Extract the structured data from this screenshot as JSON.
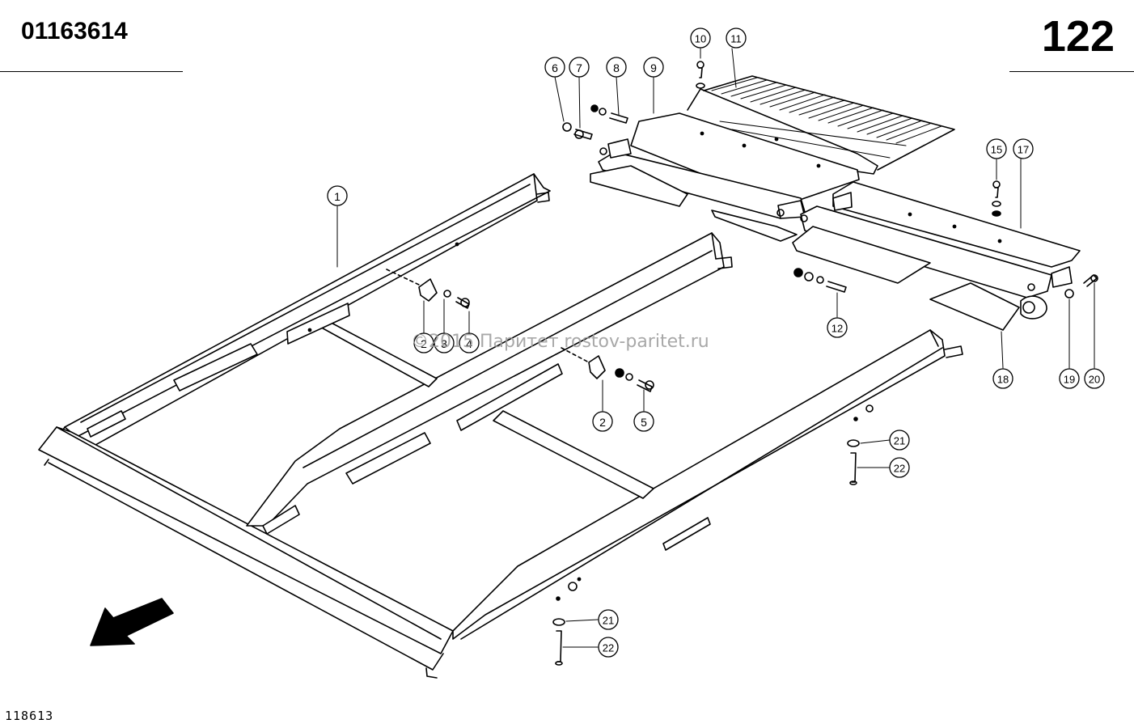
{
  "document": {
    "part_number": "01163614",
    "page_number": "122",
    "figure_code": "118613",
    "watermark": "©2015 Паритет   rostov-paritet.ru"
  },
  "callouts": [
    {
      "id": "c1",
      "label": "1"
    },
    {
      "id": "c2a",
      "label": "2"
    },
    {
      "id": "c3",
      "label": "3"
    },
    {
      "id": "c4",
      "label": "4"
    },
    {
      "id": "c2b",
      "label": "2"
    },
    {
      "id": "c5",
      "label": "5"
    },
    {
      "id": "c6",
      "label": "6"
    },
    {
      "id": "c7",
      "label": "7"
    },
    {
      "id": "c8",
      "label": "8"
    },
    {
      "id": "c9",
      "label": "9"
    },
    {
      "id": "c10",
      "label": "10"
    },
    {
      "id": "c11",
      "label": "11"
    },
    {
      "id": "c12",
      "label": "12"
    },
    {
      "id": "c15",
      "label": "15"
    },
    {
      "id": "c17",
      "label": "17"
    },
    {
      "id": "c18",
      "label": "18"
    },
    {
      "id": "c19",
      "label": "19"
    },
    {
      "id": "c20",
      "label": "20"
    },
    {
      "id": "c21a",
      "label": "21"
    },
    {
      "id": "c22a",
      "label": "22"
    },
    {
      "id": "c21b",
      "label": "21"
    },
    {
      "id": "c22b",
      "label": "22"
    }
  ],
  "icons": {
    "direction_arrow": "direction-arrow-icon"
  }
}
